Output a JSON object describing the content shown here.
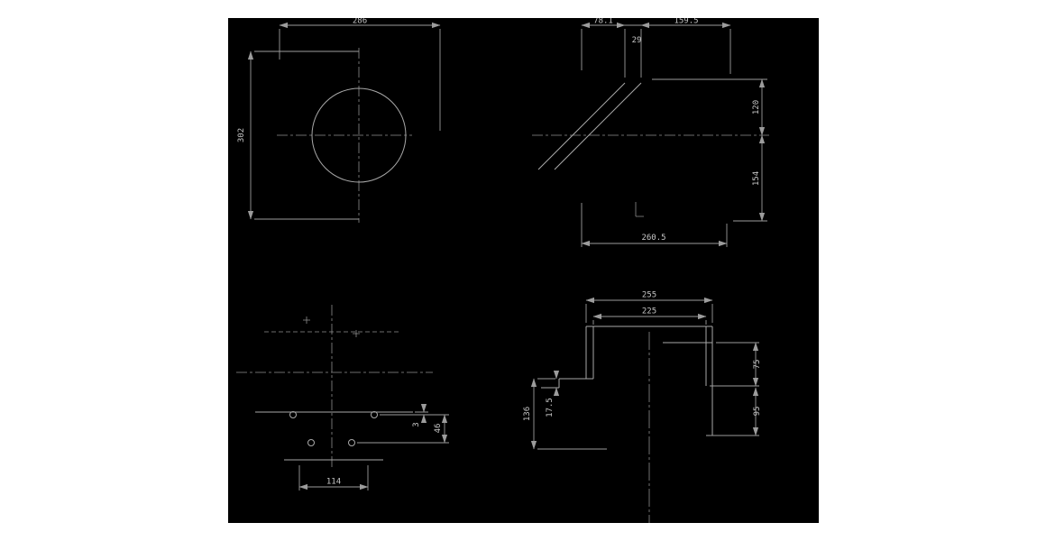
{
  "canvas": {
    "background": "#000000",
    "line_color": "#9c9c9c",
    "text_color": "#c6c6c6"
  },
  "views": {
    "top_left": {
      "width": "286",
      "height": "302"
    },
    "top_right": {
      "top_seg_1": "78.1",
      "top_seg_2": "29",
      "top_seg_3": "159.5",
      "right_upper": "120",
      "right_lower": "154",
      "bottom_width": "260.5"
    },
    "bottom_left": {
      "hole_offset": "3",
      "row_spacing": "46",
      "hole_spacing": "114"
    },
    "bottom_right": {
      "outer_width": "255",
      "inner_width": "225",
      "right_upper": "75",
      "right_lower": "95",
      "left_depth": "136",
      "left_step": "17.5"
    }
  }
}
